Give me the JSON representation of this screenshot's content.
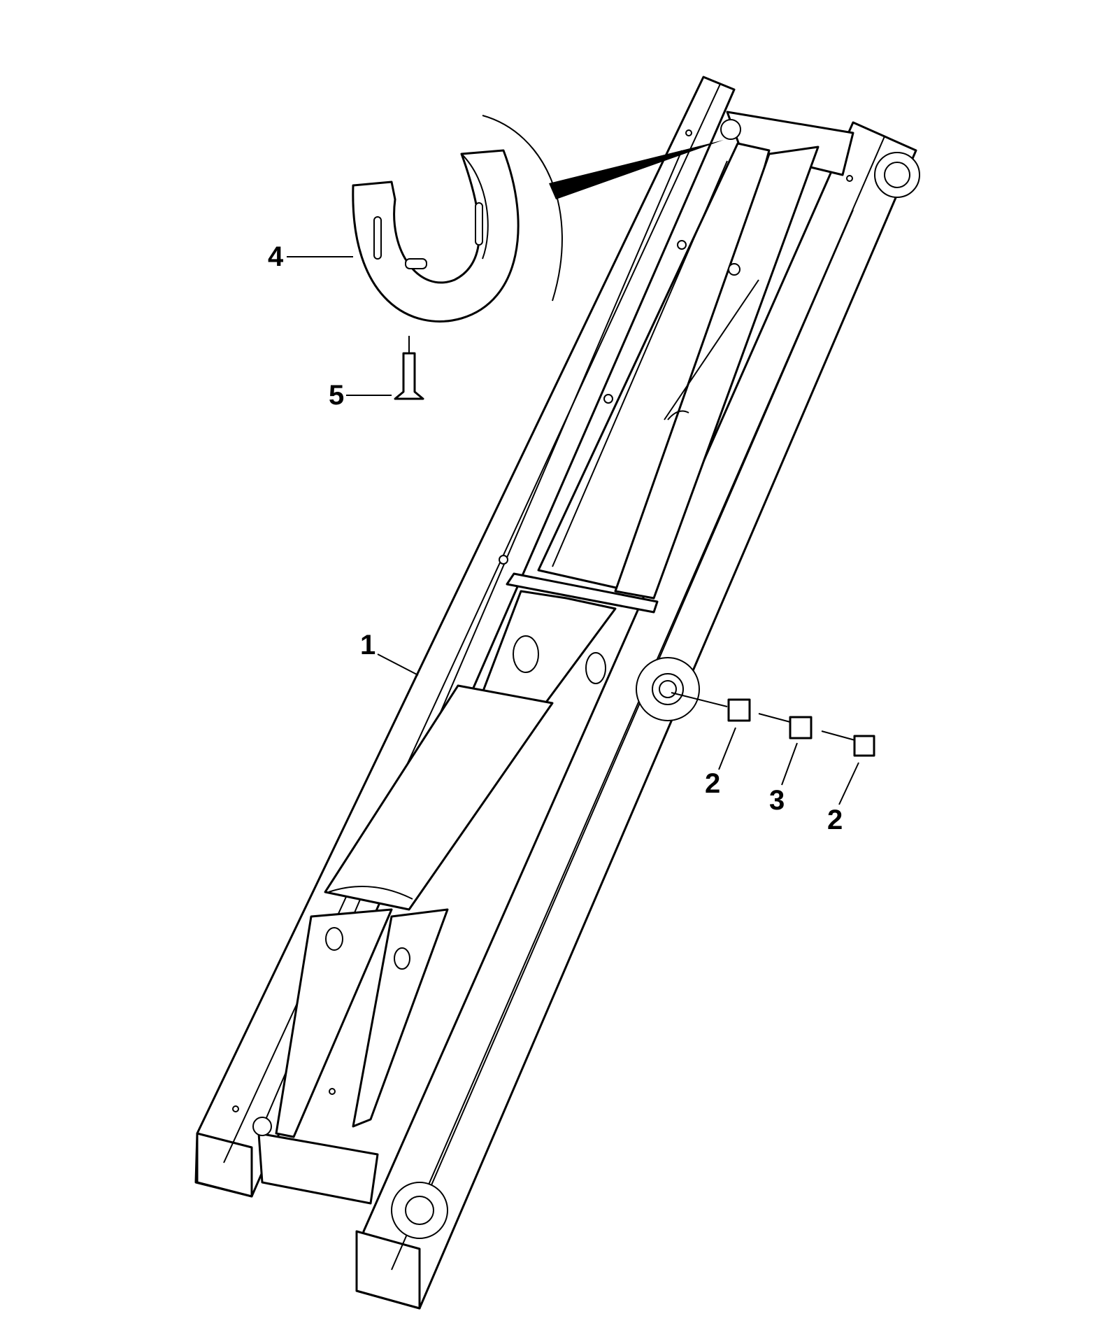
{
  "callouts": [
    {
      "id": "1",
      "text": "1"
    },
    {
      "id": "2a",
      "text": "2"
    },
    {
      "id": "3",
      "text": "3"
    },
    {
      "id": "2b",
      "text": "2"
    },
    {
      "id": "4",
      "text": "4"
    },
    {
      "id": "5",
      "text": "5"
    }
  ]
}
